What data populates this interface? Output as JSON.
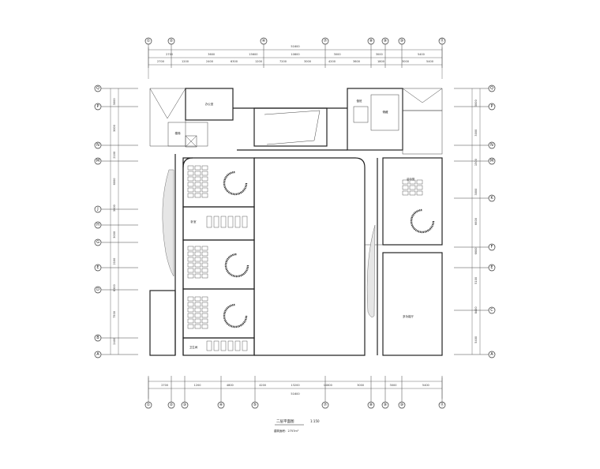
{
  "drawing": {
    "title": "二层平面图",
    "scale": "1:150",
    "subtitle": "建筑面积：2757m²"
  },
  "axes_top": [
    "①",
    "②",
    "④",
    "⑦",
    "⑧",
    "⑨",
    "⑩",
    "⑪"
  ],
  "axes_bottom": [
    "①",
    "②",
    "③",
    "④",
    "⑤",
    "⑦",
    "⑧",
    "⑨",
    "⑩",
    "⑪"
  ],
  "axes_left": [
    "Q",
    "P",
    "N",
    "M",
    "J",
    "H",
    "G",
    "E",
    "D",
    "B",
    "A"
  ],
  "axes_right": [
    "Q",
    "P",
    "N",
    "M",
    "K",
    "F",
    "E",
    "C",
    "A"
  ],
  "dims": {
    "top_total": "51600",
    "top_row1": [
      "2700",
      "3600",
      "15600",
      "10800",
      "3000",
      "3000",
      "5400"
    ],
    "top_row2": [
      "2700",
      "1200",
      "2400",
      "6300",
      "1200",
      "7200",
      "3000",
      "4200",
      "3600",
      "1800",
      "3000",
      "5400"
    ],
    "bottom_total": "51600",
    "bottom_row1": [
      "2700",
      "1200",
      "4800",
      "4200",
      "13200",
      "10800",
      "3000",
      "3000",
      "5400"
    ],
    "left": [
      "3000",
      "3000",
      "2100",
      "6000",
      "3600",
      "3000",
      "2100",
      "6300",
      "7500",
      "2400"
    ],
    "right": [
      "3000",
      "3000",
      "1500",
      "3000",
      "6600",
      "6600",
      "5100",
      "8400",
      "5400"
    ]
  },
  "rooms": {
    "office": "办公室",
    "activity": "活动室",
    "sleep": "卧室",
    "toilet": "卫生间",
    "storage": "储藏",
    "multi": "多功能厅",
    "stair": "楼梯",
    "duty": "值班"
  }
}
